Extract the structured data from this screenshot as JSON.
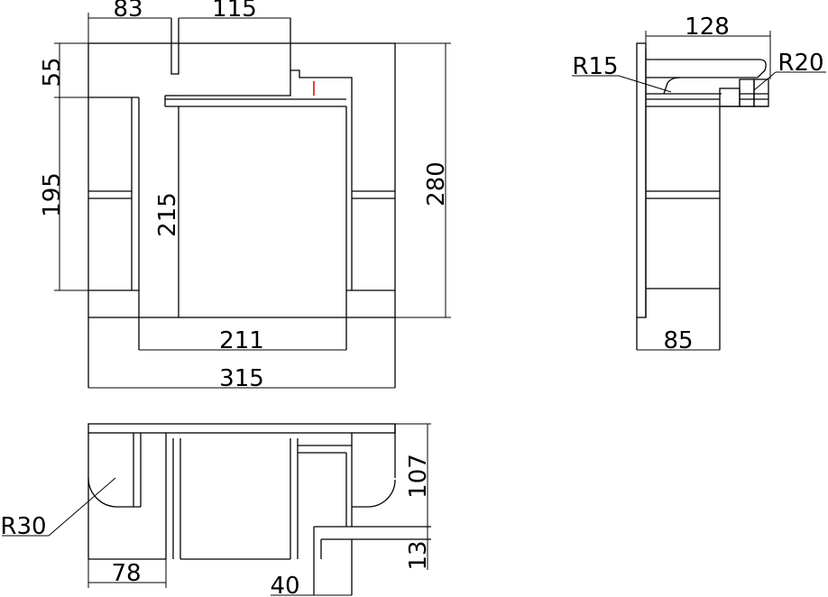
{
  "front_view": {
    "dims": {
      "top_left_width": "83",
      "top_mid_width": "115",
      "left_height_upper": "55",
      "left_height_lower": "195",
      "inner_height": "215",
      "total_height": "280",
      "inner_width": "211",
      "total_width": "315"
    }
  },
  "side_view": {
    "dims": {
      "top_width": "128",
      "radius_left": "R15",
      "radius_right": "R20",
      "bottom_width": "85"
    }
  },
  "top_view": {
    "dims": {
      "radius": "R30",
      "left_width": "78",
      "small_width": "40",
      "height": "107",
      "thickness": "13"
    }
  }
}
